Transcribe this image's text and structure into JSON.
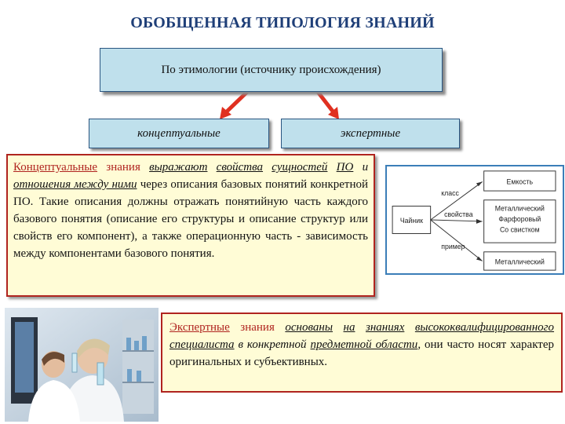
{
  "title": "ОБОБЩЕННАЯ ТИПОЛОГИЯ ЗНАНИЙ",
  "top_box": {
    "label": "По этимологии (источнику происхождения)"
  },
  "sub_boxes": {
    "conceptual": "концептуальные",
    "expert": "экспертные"
  },
  "conceptual_paragraph": {
    "lead": "Концептуальные",
    "word_knowledge": "знания",
    "express": "выражают",
    "properties": "свойства",
    "essences": "сущностей",
    "po": "ПО",
    "and": "и",
    "relations": "отношения между ними",
    "rest": "через описания базовых понятий конкретной ПО. Такие описания должны отражать понятийную часть каждого базового понятия (описание его структуры и описание структур или свойств его компонент), а также операционную часть - зависимость между компонентами базового понятия."
  },
  "diagram": {
    "root": "Чайник",
    "edge_labels": [
      "класс",
      "свойства",
      "пример"
    ],
    "targets": [
      "Емкость",
      "Металлический\nФарфоровый\nСо свистком",
      "Металлический"
    ]
  },
  "expert_paragraph": {
    "lead": "Экспертные",
    "word_knowledge": "знания",
    "based": "основаны",
    "on": "на",
    "knowledge_of": "знаниях",
    "highly": "высококвалифицированного",
    "specialist": "специалиста",
    "in": "в",
    "specific": "конкретной",
    "domain": "предметной области",
    "rest": ", они часто носят характер оригинальных и субъективных."
  },
  "colors": {
    "title": "#1f3f78",
    "box_fill": "#bfe0ec",
    "text_fill": "#fffcd6",
    "accent": "#b0241f",
    "arrow": "#e03020"
  }
}
